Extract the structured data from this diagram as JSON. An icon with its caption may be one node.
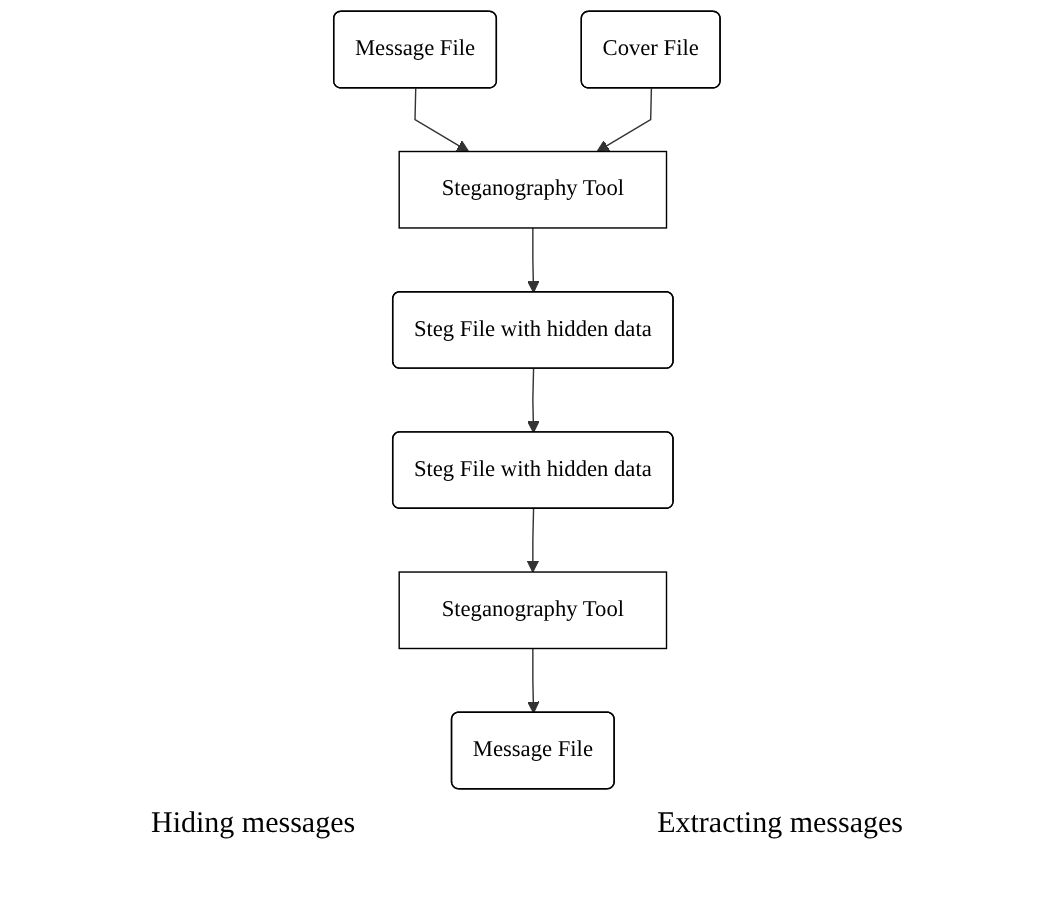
{
  "diagram": {
    "nodes": [
      {
        "text": [
          "Message File"
        ]
      },
      {
        "text": [
          "Cover File"
        ]
      },
      {
        "text": [
          "Steganography Tool"
        ]
      },
      {
        "text": [
          "Steg File with hidden data"
        ]
      },
      {
        "text": [
          "Steg File with hidden data"
        ]
      },
      {
        "text": [
          "Steganography Tool"
        ]
      },
      {
        "text": [
          "Message File"
        ]
      }
    ],
    "edges": [
      {
        "from": 0,
        "to": 2,
        "arrow": "to"
      },
      {
        "from": 1,
        "to": 2,
        "arrow": "to"
      },
      {
        "from": 2,
        "to": 3,
        "arrow": "to"
      },
      {
        "from": 3,
        "to": 4,
        "arrow": "to"
      },
      {
        "from": 4,
        "to": 5,
        "arrow": "to"
      },
      {
        "from": 5,
        "to": 6,
        "arrow": "to"
      }
    ],
    "labels": [
      "Hiding messages",
      "Extracting messages"
    ]
  }
}
